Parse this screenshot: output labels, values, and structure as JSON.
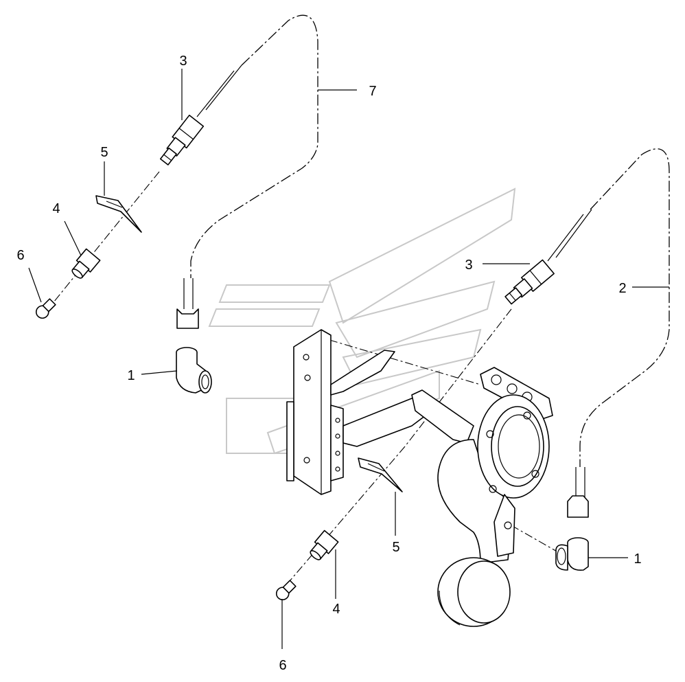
{
  "callouts": [
    {
      "id": "c1a",
      "label": "1"
    },
    {
      "id": "c1b",
      "label": "1"
    },
    {
      "id": "c2",
      "label": "2"
    },
    {
      "id": "c3a",
      "label": "3"
    },
    {
      "id": "c3b",
      "label": "3"
    },
    {
      "id": "c4a",
      "label": "4"
    },
    {
      "id": "c4b",
      "label": "4"
    },
    {
      "id": "c5a",
      "label": "5"
    },
    {
      "id": "c5b",
      "label": "5"
    },
    {
      "id": "c6a",
      "label": "6"
    },
    {
      "id": "c6b",
      "label": "6"
    },
    {
      "id": "c7",
      "label": "7"
    }
  ]
}
